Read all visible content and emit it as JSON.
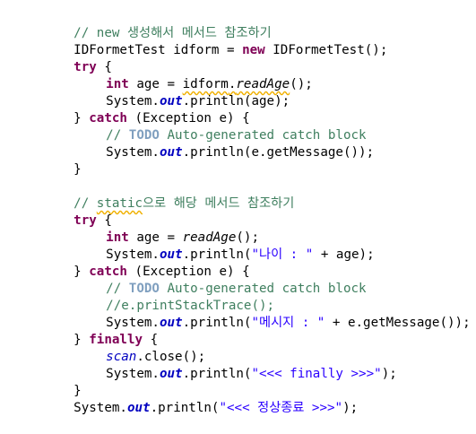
{
  "code": {
    "l1_comment": "// new 생성해서 메서드 참조하기",
    "l2_text": "IDFormetTest idform = ",
    "l2_new": "new",
    "l2_rest": " IDFormetTest();",
    "l3_try": "try",
    "l3_rest": " {",
    "l4_int": "int",
    "l4_mid": " age = ",
    "l4_var": "idform",
    "l4_dot": ".",
    "l4_call": "readAge",
    "l4_end": "();",
    "l5_sys": "System.",
    "l5_out": "out",
    "l5_rest": ".println(age);",
    "l6_brace": "} ",
    "l6_catch": "catch",
    "l6_rest": " (Exception e) {",
    "l7_slash": "// ",
    "l7_todo": "TODO",
    "l7_rest": " Auto-generated catch block",
    "l8_sys": "System.",
    "l8_out": "out",
    "l8_rest": ".println(e.getMessage());",
    "l9_brace": "}",
    "l11_slash": "// ",
    "l11_static": "static",
    "l11_rest": "으로 해당 메서드 참조하기",
    "l12_try": "try",
    "l12_rest": " {",
    "l13_int": "int",
    "l13_mid": " age = ",
    "l13_call": "readAge",
    "l13_end": "();",
    "l14_sys": "System.",
    "l14_out": "out",
    "l14_a": ".println(",
    "l14_str": "\"나이 : \"",
    "l14_b": " + age);",
    "l15_brace": "} ",
    "l15_catch": "catch",
    "l15_rest": " (Exception e) {",
    "l16_slash": "// ",
    "l16_todo": "TODO",
    "l16_rest": " Auto-generated catch block",
    "l17_comment": "//e.printStackTrace();",
    "l18_sys": "System.",
    "l18_out": "out",
    "l18_a": ".println(",
    "l18_str": "\"메시지 : \"",
    "l18_b": " + e.getMessage());",
    "l19_brace": "} ",
    "l19_finally": "finally",
    "l19_rest": " {",
    "l20_scan": "scan",
    "l20_rest": ".close();",
    "l21_sys": "System.",
    "l21_out": "out",
    "l21_a": ".println(",
    "l21_str": "\"<<< finally >>>\"",
    "l21_b": ");",
    "l22_brace": "}",
    "l23_sys": "System.",
    "l23_out": "out",
    "l23_a": ".println(",
    "l23_str": "\"<<< 정상종료 >>>\"",
    "l23_b": ");"
  },
  "colors": {
    "keyword": "#7f0055",
    "comment": "#3f7f5f",
    "todo": "#7f9fbf",
    "string": "#2a00ff",
    "field": "#0000c0",
    "squiggle": "#f0b000"
  }
}
